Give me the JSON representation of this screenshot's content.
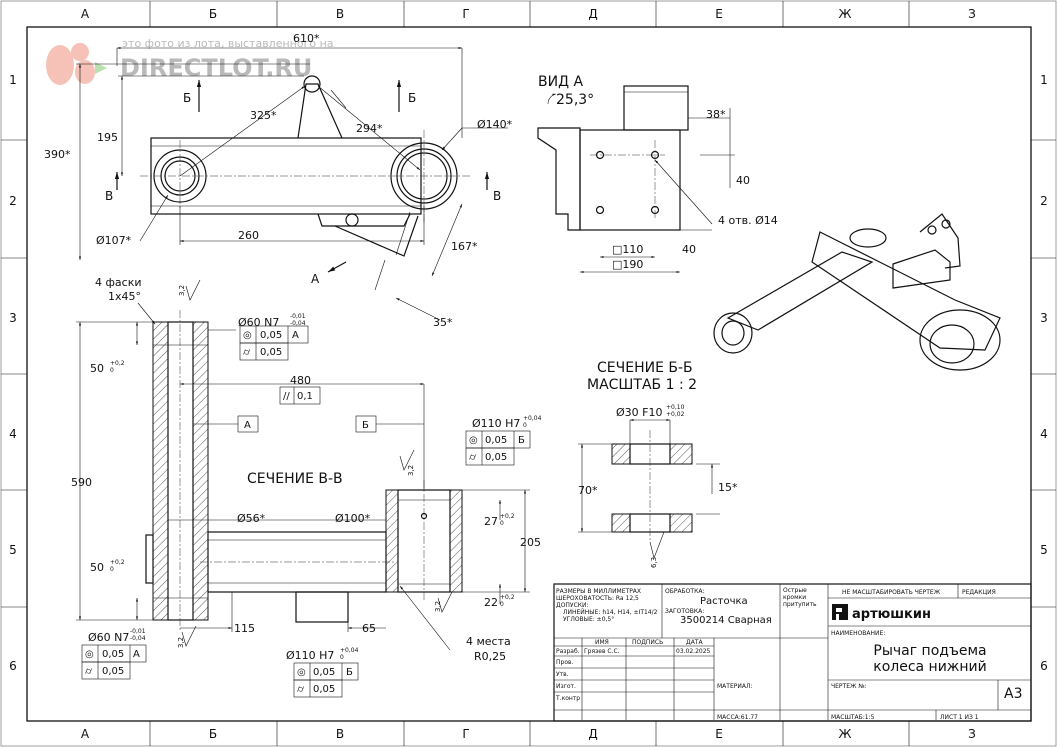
{
  "watermark": {
    "caption": "это фото из лота, выставленного на",
    "brand": "DIRECTLOT.RU"
  },
  "zones": {
    "columns": [
      "А",
      "Б",
      "В",
      "Г",
      "Д",
      "Е",
      "Ж",
      "З"
    ],
    "rows": [
      "1",
      "2",
      "3",
      "4",
      "5",
      "6"
    ]
  },
  "top_view": {
    "dims": [
      "610*",
      "390*",
      "195",
      "325*",
      "294*",
      "Ø140*",
      "Ø107*",
      "260",
      "167*",
      "35*"
    ],
    "section_marks": {
      "b_top": "Б",
      "b_right": "Б",
      "v_left": "В",
      "v_right": "В",
      "a": "А"
    }
  },
  "view_a": {
    "title": "ВИД А",
    "angle": "25,3°",
    "dims": [
      "38*",
      "40",
      "4 отв. Ø14",
      "□110",
      "□190",
      "40"
    ]
  },
  "section_vv": {
    "title": "СЕЧЕНИЕ В-В",
    "chamfer_note_line1": "4 фаски",
    "chamfer_note_line2": "1x45°",
    "dims": {
      "d60": "Ø60 N7",
      "d60_tol_up": "-0,01",
      "d60_tol_dn": "-0,04",
      "v590": "590",
      "v50a": "50",
      "v50b": "50",
      "tol_02": "+0,2",
      "tol_0": "0",
      "h480": "480",
      "d56": "Ø56*",
      "d100": "Ø100*",
      "d110": "Ø110 H7",
      "d110_tol_up": "+0,04",
      "d110_tol_dn": "0",
      "v27": "27",
      "v205": "205",
      "v22": "22",
      "h115": "115",
      "h65": "65",
      "places_line1": "4 места",
      "places_line2": "R0,25",
      "rough": "3,2"
    },
    "datum_a": "А",
    "datum_b": "Б",
    "frames": {
      "conc": "0,05",
      "cyl": "0,05",
      "par": "0,1",
      "ref_a": "А",
      "ref_b": "Б"
    }
  },
  "section_bb": {
    "title_line1": "СЕЧЕНИЕ Б-Б",
    "title_line2": "МАСШТАБ 1 : 2",
    "d30": "Ø30 F10",
    "d30_tol_up": "+0,10",
    "d30_tol_dn": "+0,02",
    "v70": "70*",
    "v15": "15*",
    "rough": "6,3"
  },
  "title_block": {
    "notes": [
      "РАЗМЕРЫ В МИЛЛИМЕТРАХ",
      "ШЕРОХОВАТОСТЬ: Ra 12,5",
      "ДОПУСКИ:",
      "ЛИНЕЙНЫЕ: h14, H14, ±IT14/2",
      "УГЛОВЫЕ: ±0,5°"
    ],
    "processing_label": "ОБРАБОТКА:",
    "processing": "Расточка",
    "blank_label": "ЗАГОТОВКА:",
    "blank": "3500214 Сварная",
    "edges_note": [
      "Острые",
      "кромки",
      "притупить"
    ],
    "no_scale": "НЕ МАСШТАБИРОВАТЬ ЧЕРТЕЖ",
    "revision": "РЕДАКЦИЯ",
    "company": "артюшкин",
    "name_label": "НАИМЕНОВАНИЕ:",
    "part_name_line1": "Рычаг подъема",
    "part_name_line2": "колеса нижний",
    "roles": [
      "Разраб.",
      "Пров.",
      "Утв.",
      "Изгот.",
      "Т.контр"
    ],
    "header": [
      "ИМЯ",
      "ПОДПИСЬ",
      "ДАТА"
    ],
    "designer": "Грязев С.С.",
    "date": "03.02.2025",
    "material_label": "МАТЕРИАЛ:",
    "drawing_label": "ЧЕРТЕЖ №:",
    "format": "А3",
    "mass": "МАССА:61.77",
    "scale": "МАСШТАБ:1:5",
    "sheet": "ЛИСТ 1 ИЗ 1"
  }
}
